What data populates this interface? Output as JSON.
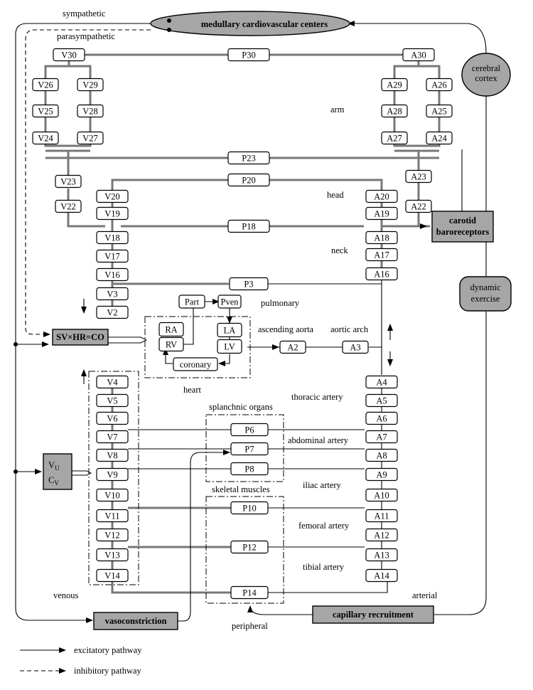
{
  "labels": {
    "sympathetic": "sympathetic",
    "parasympathetic": "parasympathetic",
    "medullary": "medullary cardiovascular centers",
    "cortex_1": "cerebral",
    "cortex_2": "cortex",
    "arm": "arm",
    "head": "head",
    "neck": "neck",
    "carotid_1": "carotid",
    "carotid_2": "baroreceptors",
    "dynamic_1": "dynamic",
    "dynamic_2": "exercise",
    "pulmonary": "pulmonary",
    "ascending_aorta": "ascending aorta",
    "aortic_arch": "aortic arch",
    "heart": "heart",
    "co": "SV×HR=CO",
    "splanchnic": "splanchnic organs",
    "thoracic": "thoracic artery",
    "abdominal": "abdominal artery",
    "iliac": "iliac artery",
    "skeletal": "skeletal muscles",
    "femoral": "femoral artery",
    "tibial": "tibial artery",
    "venous": "venous",
    "arterial": "arterial",
    "vasoconstriction": "vasoconstriction",
    "capillary": "capillary recruitment",
    "peripheral": "peripheral",
    "vu": "V",
    "vu_sub": "U",
    "cv": "C",
    "cv_sub": "V"
  },
  "heart_boxes": {
    "ra": "RA",
    "rv": "RV",
    "la": "LA",
    "lv": "LV",
    "part": "Part",
    "pven": "Pven",
    "coronary": "coronary"
  },
  "nodes": {
    "V30": "V30",
    "V26": "V26",
    "V25": "V25",
    "V24": "V24",
    "V29": "V29",
    "V28": "V28",
    "V27": "V27",
    "V23": "V23",
    "V22": "V22",
    "V20": "V20",
    "V19": "V19",
    "V18": "V18",
    "V17": "V17",
    "V16": "V16",
    "V3": "V3",
    "V2": "V2",
    "V4": "V4",
    "V5": "V5",
    "V6": "V6",
    "V7": "V7",
    "V8": "V8",
    "V9": "V9",
    "V10": "V10",
    "V11": "V11",
    "V12": "V12",
    "V13": "V13",
    "V14": "V14",
    "A30": "A30",
    "A29": "A29",
    "A28": "A28",
    "A27": "A27",
    "A26": "A26",
    "A25": "A25",
    "A24": "A24",
    "A23": "A23",
    "A22": "A22",
    "A20": "A20",
    "A19": "A19",
    "A18": "A18",
    "A17": "A17",
    "A16": "A16",
    "A2": "A2",
    "A3": "A3",
    "A4": "A4",
    "A5": "A5",
    "A6": "A6",
    "A7": "A7",
    "A8": "A8",
    "A9": "A9",
    "A10": "A10",
    "A11": "A11",
    "A12": "A12",
    "A13": "A13",
    "A14": "A14",
    "P30": "P30",
    "P23": "P23",
    "P20": "P20",
    "P18": "P18",
    "P3": "P3",
    "P6": "P6",
    "P7": "P7",
    "P8": "P8",
    "P10": "P10",
    "P12": "P12",
    "P14": "P14"
  },
  "legend": {
    "excitatory": "excitatory pathway",
    "inhibitory": "inhibitory pathway"
  }
}
